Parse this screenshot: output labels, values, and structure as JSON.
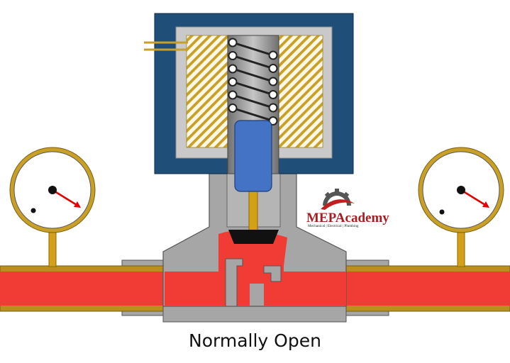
{
  "caption": "Normally Open",
  "logo": {
    "name": "MEPAcademy",
    "tagline": "Mechanical | Electrical | Plumbing"
  },
  "colors": {
    "coil_housing": "#1f4e79",
    "coil_frame": "#c9c9c9",
    "coil_winding": "#c8a028",
    "plunger": "#4472c4",
    "valve_body": "#a6a6a6",
    "fluid": "#f03c35",
    "pipe_wall": "#b8901e",
    "needle": "#e00000"
  }
}
